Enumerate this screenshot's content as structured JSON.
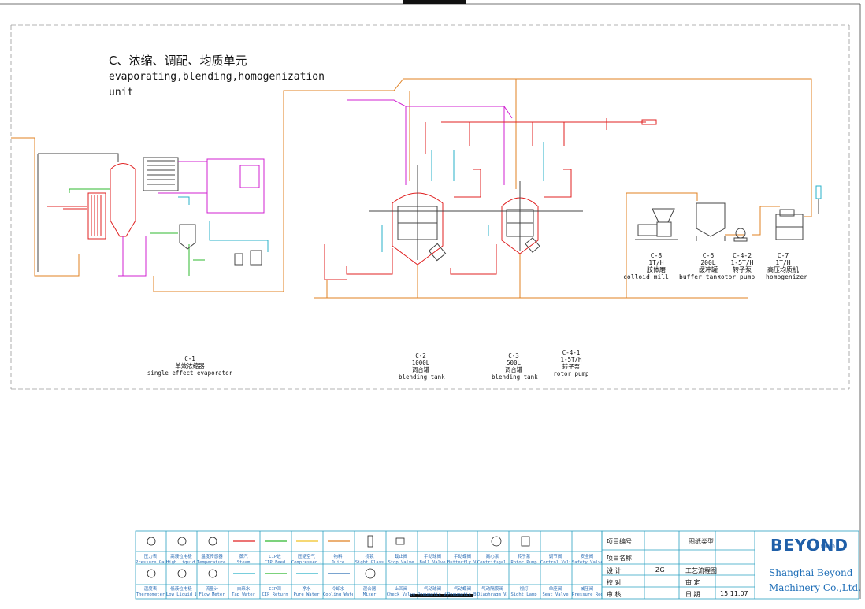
{
  "title": {
    "cn": "C、浓缩、调配、均质单元",
    "en_line1": "evaporating,blending,homogenization",
    "en_line2": "unit"
  },
  "equipment": [
    {
      "code": "C-8",
      "cap": "1T/H",
      "cn": "胶体磨",
      "en": "colloid mill"
    },
    {
      "code": "C-6",
      "cap": "200L",
      "cn": "缓冲罐",
      "en": "buffer tank"
    },
    {
      "code": "C-4-2",
      "cap": "1-5T/H",
      "cn": "转子泵",
      "en": "rotor pump"
    },
    {
      "code": "C-7",
      "cap": "1T/H",
      "cn": "高压均质机",
      "en": "homogenizer"
    }
  ],
  "captions": [
    {
      "code": "C-1",
      "cn": "单效浓缩器",
      "en": "single effect evaporator"
    },
    {
      "code": "C-2",
      "cap": "1000L",
      "cn": "调合罐",
      "en": "blending tank"
    },
    {
      "code": "C-3",
      "cap": "500L",
      "cn": "调合罐",
      "en": "blending tank"
    },
    {
      "code": "C-4-1",
      "cap": "1-5T/H",
      "cn": "转子泵",
      "en": "rotor pump"
    }
  ],
  "legend": {
    "row1_cn": [
      "压力表",
      "高液位电极",
      "温度传感器",
      "蒸汽",
      "CIP进",
      "压缩空气",
      "物料",
      "视镜",
      "截止阀",
      "手动球阀",
      "手动蝶阀",
      "离心泵",
      "转子泵",
      "调节阀",
      "安全阀"
    ],
    "row1_en": [
      "Pressure Gauge",
      "High Liquid Level",
      "Temperature Sensor",
      "Steam",
      "CIP Feed",
      "Compressed Air",
      "Juice",
      "Sight Glass",
      "Stop Valve",
      "Ball Valve",
      "Butterfly Valve",
      "Centrifugal Pump",
      "Rotor Pump",
      "Control Valve",
      "Safety Valve"
    ],
    "row2_cn": [
      "温度表",
      "低液位电极",
      "流量计",
      "自来水",
      "CIP回",
      "净水",
      "冷却水",
      "混合器",
      "止回阀",
      "气动球阀",
      "气动蝶阀",
      "气动隔膜阀",
      "视灯",
      "单座阀",
      "减压阀"
    ],
    "row2_en": [
      "Thermometer",
      "Low Liquid Level",
      "Flow Meter",
      "Tap Water",
      "CIP Return",
      "Pure Water",
      "Cooling Water",
      "Mixer",
      "Check Valve",
      "Pneumatic Valve",
      "Pneumatic Butterfly",
      "Diaphragm Valve",
      "Sight Lamp",
      "Seat Valve",
      "Pressure Reducing Valve"
    ],
    "line_colors": [
      "#e02020",
      "#2fb82f",
      "#f0c020",
      "#e08020"
    ]
  },
  "title_block": {
    "project_no_label": "项目编号",
    "drawing_type_label": "图纸类型",
    "project_name_label": "项目名称",
    "design_label": "设 计",
    "design_value": "ZG",
    "process_label": "工艺流程图",
    "check_label": "校 对",
    "audit_label": "审 定",
    "review_label": "审 核",
    "date_label": "日 期",
    "date_value": "15.11.07"
  },
  "brand": {
    "logo": "BEYOND",
    "logo_sub": "上海比扬",
    "company_line1": "Shanghai Beyond",
    "company_line2": "Machinery Co.,Ltd."
  },
  "colors": {
    "steam": "#e02020",
    "cip": "#2fb82f",
    "juice": "#e08020",
    "water": "#29b0c8",
    "magenta": "#d020d0",
    "legend": "#2aa0c0"
  }
}
